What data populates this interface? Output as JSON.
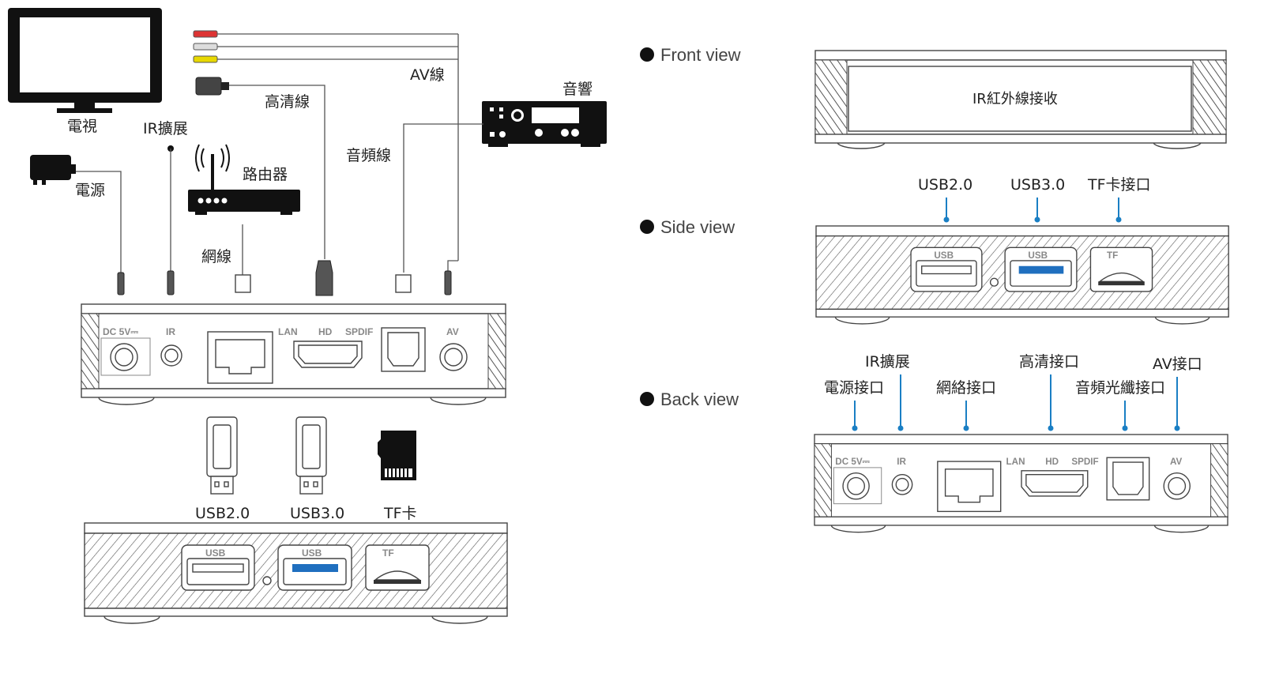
{
  "colors": {
    "callout": "#1a7fc4",
    "usb3_port": "#1f6fbf",
    "device": "#111111"
  },
  "devices": {
    "tv": "電視",
    "ir_extension": "IR擴展",
    "power": "電源",
    "router": "路由器",
    "network_cable": "網線",
    "hdmi_cable": "高清線",
    "av_cable": "AV線",
    "audio_system": "音響",
    "audio_cable": "音頻線"
  },
  "accessories": {
    "usb2": "USB2.0",
    "usb3": "USB3.0",
    "tf": "TF卡"
  },
  "port_labels": {
    "dc": "DC 5V⎓",
    "ir": "IR",
    "lan": "LAN",
    "hd": "HD",
    "spdif": "SPDIF",
    "av": "AV",
    "usb": "USB",
    "tf": "TF"
  },
  "views": {
    "front": "Front view",
    "side": "Side view",
    "back": "Back view"
  },
  "front_callout": "IR紅外線接收",
  "side_callouts": [
    "USB2.0",
    "USB3.0",
    "TF卡接口"
  ],
  "back_callouts": {
    "ir": "IR擴展",
    "power": "電源接口",
    "network": "網絡接口",
    "hdmi": "高清接口",
    "spdif": "音頻光纖接口",
    "av": "AV接口"
  }
}
